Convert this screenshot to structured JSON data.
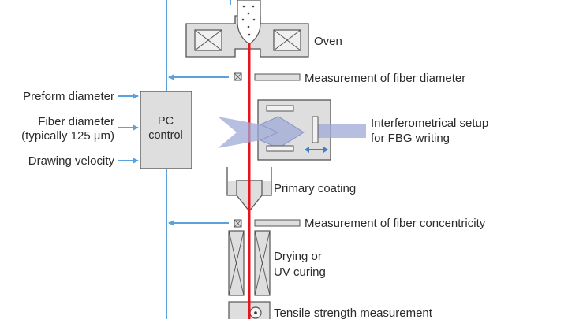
{
  "labels": {
    "oven": "Oven",
    "measurement_fiber_diameter": "Measurement of fiber diameter",
    "interferometrical_line1": "Interferometrical setup",
    "interferometrical_line2": "for FBG writing",
    "primary_coating": "Primary coating",
    "measurement_concentricity": "Measurement of fiber concentricity",
    "drying_line1": "Drying or",
    "drying_line2": "UV curing",
    "tensile": "Tensile strength measurement"
  },
  "pc_control": {
    "line1": "PC",
    "line2": "control"
  },
  "inputs": {
    "preform_diameter": "Preform diameter",
    "fiber_diameter_line1": "Fiber diameter",
    "fiber_diameter_line2": "(typically 125 µm)",
    "drawing_velocity": "Drawing velocity"
  },
  "colors": {
    "fiber": "#e8141c",
    "signal_line": "#5ba2dc",
    "box_fill": "#dedede",
    "box_stroke": "#555555",
    "laser_beam": "#9fa9d6"
  }
}
